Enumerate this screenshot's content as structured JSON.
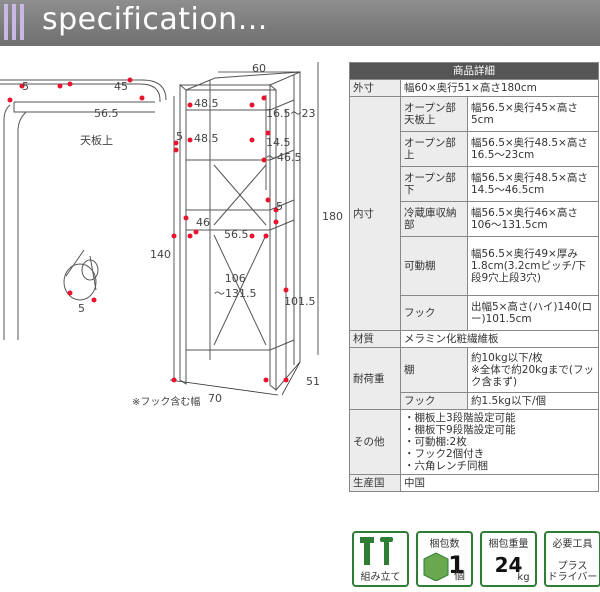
{
  "header": {
    "title": "specification..."
  },
  "diagram": {
    "top_labels": {
      "w5": "5",
      "w45": "45",
      "w56_5": "56.5",
      "tenban": "天板上"
    },
    "dims": {
      "width": "60",
      "height": "180",
      "depth": "51",
      "bottom_width": "70",
      "w48_5_a": "48.5",
      "h16_5_23": "16.5～23",
      "h5_a": "5",
      "w48_5_b": "48.5",
      "h14_5_46_5": "14.5\n～46.5",
      "h5_b": "5",
      "w46": "46",
      "w56_5_b": "56.5",
      "h140": "140",
      "h106_131_5": "106\n～131.5",
      "h101_5": "101.5",
      "hook_w": "5"
    },
    "note": "※フック含む幅"
  },
  "spec": {
    "header": "商品詳細",
    "outer_label": "外寸",
    "outer_value": "幅60×奥行51×高さ180cm",
    "inner_label": "内寸",
    "inner_rows": [
      {
        "name": "オープン部天板上",
        "value": "幅56.5×奥行45×高さ5cm"
      },
      {
        "name": "オープン部上",
        "value": "幅56.5×奥行48.5×高さ16.5～23cm"
      },
      {
        "name": "オープン部下",
        "value": "幅56.5×奥行48.5×高さ14.5～46.5cm"
      },
      {
        "name": "冷蔵庫収納部",
        "value": "幅56.5×奥行46×高さ106～131.5cm"
      },
      {
        "name": "可動棚",
        "value": "幅56.5×奥行49×厚み1.8cm(3.2cmピッチ/下段9穴上段3穴)"
      },
      {
        "name": "フック",
        "value": "出幅5×高さ(ハイ)140(ロー)101.5cm"
      }
    ],
    "material_label": "材質",
    "material_value": "メラミン化粧繊維板",
    "load_label": "耐荷重",
    "load_rows": [
      {
        "name": "棚",
        "value": "約10kg以下/枚\n※全体で約20kgまで(フック含まず)"
      },
      {
        "name": "フック",
        "value": "約1.5kg以下/個"
      }
    ],
    "other_label": "その他",
    "other_items": [
      "・棚板上3段階設定可能",
      "・棚板下9段階設定可能",
      "・可動棚:2枚",
      "・フック2個付き",
      "・六角レンチ同梱"
    ],
    "origin_label": "生産国",
    "origin_value": "中国"
  },
  "badges": {
    "assembly": "組み立て",
    "pkg_count_label": "梱包数",
    "pkg_count_value": "1",
    "pkg_count_unit": "個",
    "pkg_weight_label": "梱包重量",
    "pkg_weight_value": "24",
    "pkg_weight_unit": "kg",
    "tools_label": "必要工具",
    "tools_value": "プラス\nドライバー"
  },
  "colors": {
    "accent": "#2f7d34",
    "banner": "#777777",
    "marker": "#e8142e"
  }
}
